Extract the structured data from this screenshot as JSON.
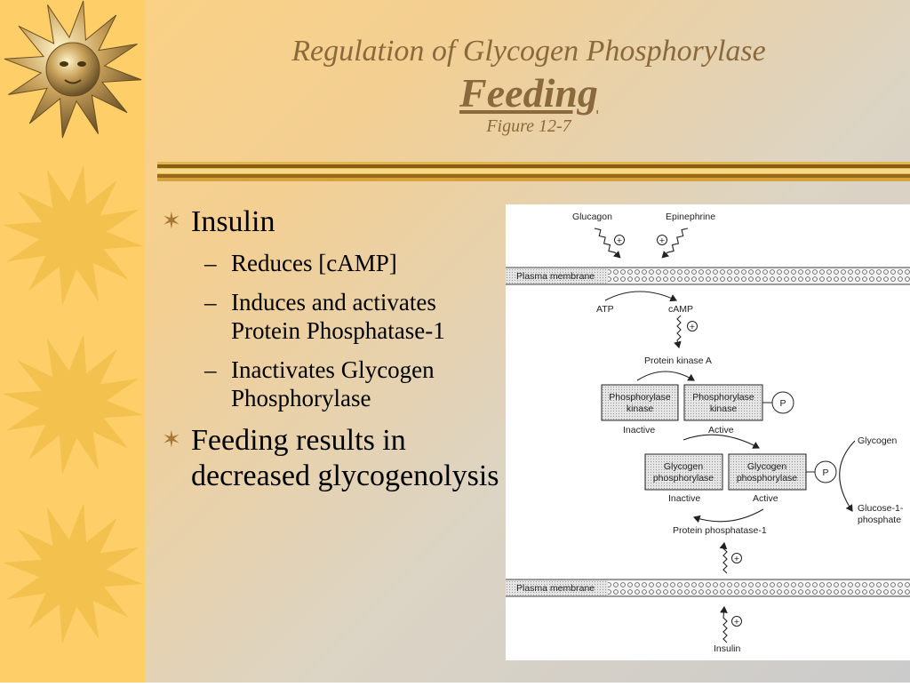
{
  "slide": {
    "title": "Regulation of Glycogen Phosphorylase",
    "subtitle": "Feeding",
    "caption": "Figure 12-7"
  },
  "bullets": [
    {
      "text": "Insulin",
      "sub": [
        "Reduces [cAMP]",
        "Induces and activates Protein Phosphatase-1",
        "Inactivates Glycogen Phosphorylase"
      ]
    },
    {
      "text": "Feeding results in decreased glycogenolysis",
      "sub": []
    }
  ],
  "bullet_marker": "✶",
  "dash_marker": "–",
  "figure": {
    "glucagon": "Glucagon",
    "epinephrine": "Epinephrine",
    "plasma_membrane": "Plasma membrane",
    "atp": "ATP",
    "camp": "cAMP",
    "protein_kinase_a": "Protein kinase A",
    "phosphorylase_kinase": [
      "Phosphorylase",
      "kinase"
    ],
    "glycogen_phosphorylase": [
      "Glycogen",
      "phosphorylase"
    ],
    "inactive": "Inactive",
    "active": "Active",
    "p": "P",
    "plus": "+",
    "glycogen": "Glycogen",
    "glucose_1_phosphate": [
      "Glucose-1-",
      "phosphate"
    ],
    "protein_phosphatase_1": "Protein phosphatase-1",
    "insulin": "Insulin"
  },
  "colors": {
    "title": "#8a6a3c",
    "sidebar": "#fecf68",
    "sun": "#f2c14e",
    "rule": "#b07d22"
  }
}
